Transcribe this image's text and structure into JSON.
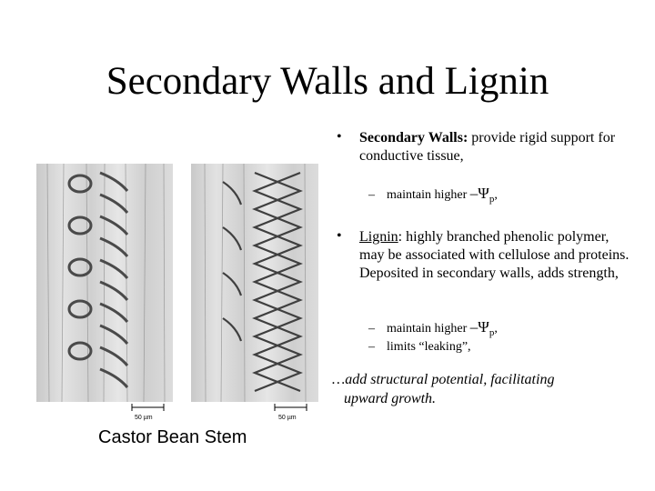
{
  "title": "Secondary Walls and Lignin",
  "bullets": [
    {
      "marker": "•",
      "term": "Secondary Walls:",
      "text": " provide rigid support for conductive tissue,",
      "sub_items": [
        {
          "dash": "–",
          "text": "maintain higher ",
          "symbol": "–Ψ",
          "subscript": "p",
          "suffix": ","
        }
      ]
    },
    {
      "marker": "•",
      "term": "Lignin",
      "text": ": highly branched phenolic polymer, may be associated with cellulose and proteins.  Deposited in secondary walls, adds strength,",
      "sub_items": [
        {
          "dash": "–",
          "text": "maintain higher ",
          "symbol": "–Ψ",
          "subscript": "p",
          "suffix": ","
        },
        {
          "dash": "–",
          "text": "limits “leaking”,"
        }
      ]
    }
  ],
  "closing": {
    "line1": "…add structural potential, facilitating",
    "line2": "upward growth."
  },
  "figure": {
    "caption": "Castor Bean Stem",
    "scale_left": "50 µm",
    "scale_right": "50 µm"
  }
}
